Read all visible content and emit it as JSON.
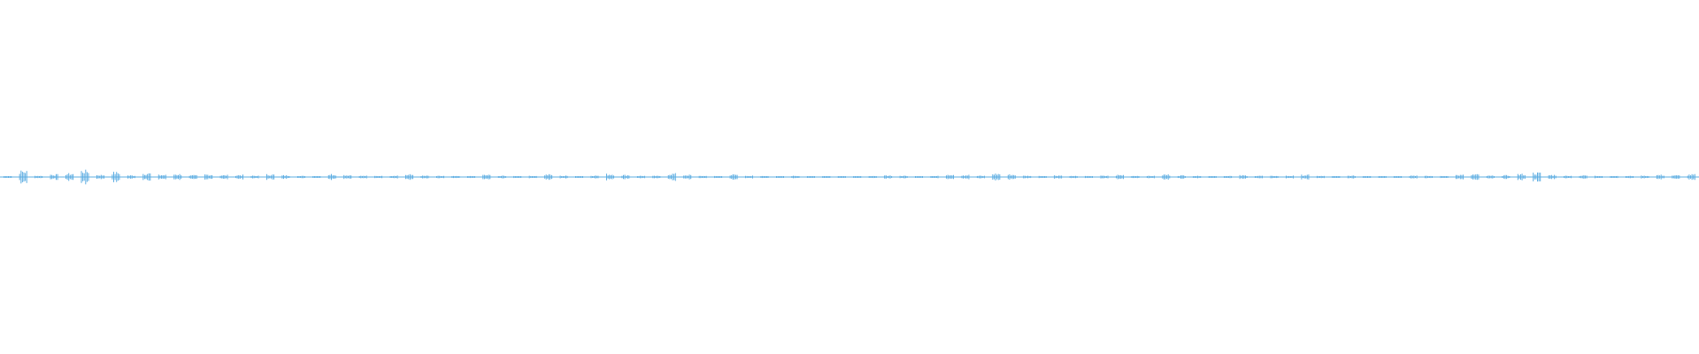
{
  "waveform": {
    "color": "#5DADE2",
    "background": "#FFFFFF",
    "icon": "waveform-icon",
    "peaks": [
      0.04,
      0.28,
      0.06,
      0.12,
      0.16,
      0.3,
      0.1,
      0.22,
      0.08,
      0.18,
      0.1,
      0.14,
      0.08,
      0.12,
      0.09,
      0.1,
      0.06,
      0.12,
      0.08,
      0.05,
      0.05,
      0.14,
      0.1,
      0.06,
      0.05,
      0.08,
      0.12,
      0.06,
      0.05,
      0.04,
      0.04,
      0.1,
      0.06,
      0.05,
      0.05,
      0.12,
      0.06,
      0.05,
      0.07,
      0.14,
      0.1,
      0.06,
      0.05,
      0.16,
      0.1,
      0.05,
      0.04,
      0.12,
      0.06,
      0.04,
      0.04,
      0.05,
      0.04,
      0.03,
      0.02,
      0.03,
      0.04,
      0.08,
      0.06,
      0.04,
      0.05,
      0.14,
      0.1,
      0.06,
      0.16,
      0.12,
      0.06,
      0.05,
      0.08,
      0.05,
      0.04,
      0.06,
      0.1,
      0.06,
      0.05,
      0.12,
      0.08,
      0.05,
      0.04,
      0.05,
      0.08,
      0.06,
      0.05,
      0.06,
      0.1,
      0.05,
      0.04,
      0.06,
      0.05,
      0.03,
      0.04,
      0.08,
      0.05,
      0.04,
      0.1,
      0.12,
      0.06,
      0.08,
      0.14,
      0.2,
      0.1,
      0.06,
      0.08,
      0.06,
      0.04,
      0.05,
      0.06,
      0.1,
      0.08,
      0.12
    ]
  }
}
